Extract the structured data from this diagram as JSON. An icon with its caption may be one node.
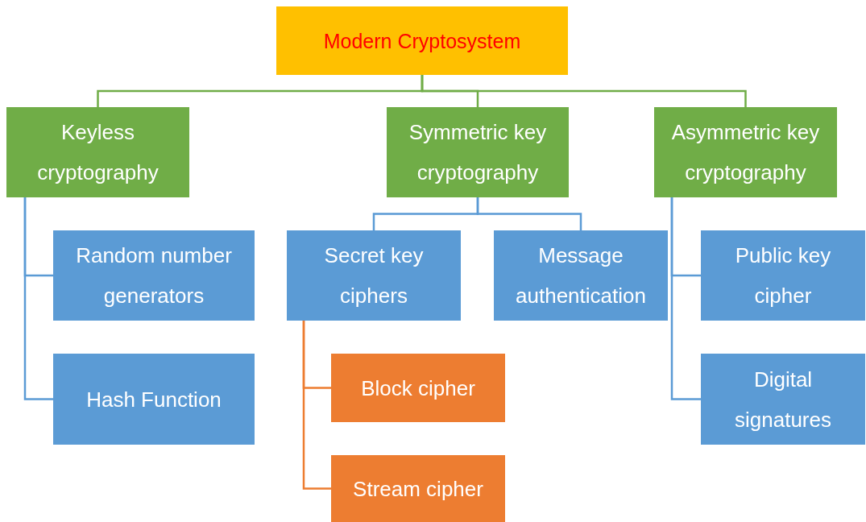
{
  "diagram": {
    "nodes": [
      {
        "text": [
          "Modern Cryptosystem"
        ]
      },
      {
        "text": [
          "Keyless cryptography"
        ]
      },
      {
        "text": [
          "Symmetric key cryptography"
        ]
      },
      {
        "text": [
          "Asymmetric key cryptography"
        ]
      },
      {
        "text": [
          "Random number generators"
        ]
      },
      {
        "text": [
          "Hash Function"
        ]
      },
      {
        "text": [
          "Secret key ciphers"
        ]
      },
      {
        "text": [
          "Message authentication"
        ]
      },
      {
        "text": [
          "Block cipher"
        ]
      },
      {
        "text": [
          "Stream cipher"
        ]
      },
      {
        "text": [
          "Public key cipher"
        ]
      },
      {
        "text": [
          "Digital signatures"
        ]
      }
    ],
    "edges": [
      {
        "from": 0,
        "to": 1,
        "arrow": "none",
        "color": "#70ad47"
      },
      {
        "from": 0,
        "to": 2,
        "arrow": "none",
        "color": "#70ad47"
      },
      {
        "from": 0,
        "to": 3,
        "arrow": "none",
        "color": "#70ad47"
      },
      {
        "from": 1,
        "to": 4,
        "arrow": "none"
      },
      {
        "from": 1,
        "to": 5,
        "arrow": "none"
      },
      {
        "from": 2,
        "to": 6,
        "arrow": "none"
      },
      {
        "from": 2,
        "to": 7,
        "arrow": "none"
      },
      {
        "from": 6,
        "to": 8,
        "arrow": "none",
        "color": "#ed7d31"
      },
      {
        "from": 6,
        "to": 9,
        "arrow": "none",
        "color": "#ed7d31"
      },
      {
        "from": 3,
        "to": 10,
        "arrow": "none"
      },
      {
        "from": 3,
        "to": 11,
        "arrow": "none"
      }
    ]
  }
}
